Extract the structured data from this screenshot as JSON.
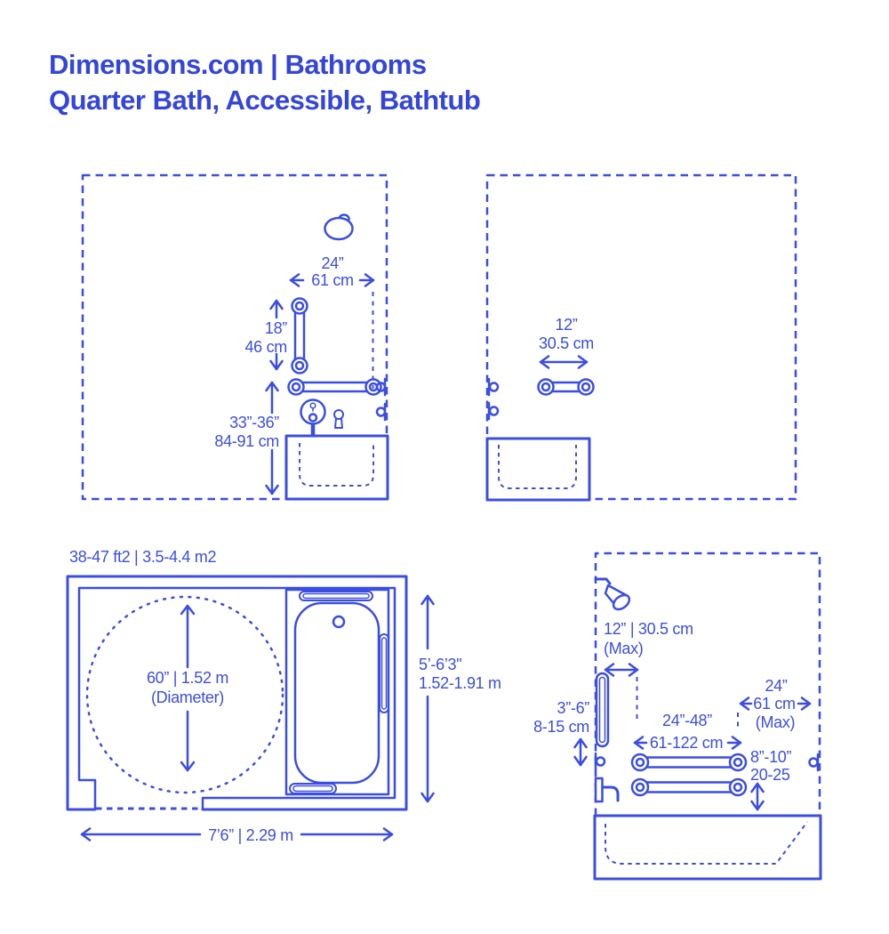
{
  "page": {
    "background": "#ffffff",
    "accent": "#3b4ee2",
    "title_color": "#3445da"
  },
  "header": {
    "line1": "Dimensions.com | Bathrooms",
    "line2": "Quarter Bath, Accessible, Bathtub"
  },
  "front_elevation": {
    "bar_width_in": "24”",
    "bar_width_cm": "61 cm",
    "bar_length_in": "18”",
    "bar_length_cm": "46 cm",
    "bar_height_in": "33”-36”",
    "bar_height_cm": "84-91 cm"
  },
  "side_elevation": {
    "offset_in": "12”",
    "offset_cm": "30.5 cm"
  },
  "floor_plan": {
    "area": "38-47 ft2 | 3.5-4.4 m2",
    "diameter": "60” | 1.52 m",
    "diameter_note": "(Diameter)",
    "depth_in": "5’-6’3\"",
    "depth_m": "1.52-1.91 m",
    "width": "7’6” | 2.29 m"
  },
  "tub_elevation": {
    "head_max": "12” | 30.5 cm",
    "head_max_note": "(Max)",
    "valve_in": "3”-6”",
    "valve_cm": "8-15 cm",
    "span_in": "24”-48”",
    "span_cm": "61-122 cm",
    "side_max_in": "24”",
    "side_max_cm": "61 cm",
    "side_max_note": "(Max)",
    "gap_in": "8”-10”",
    "gap_cm": "20-25"
  }
}
